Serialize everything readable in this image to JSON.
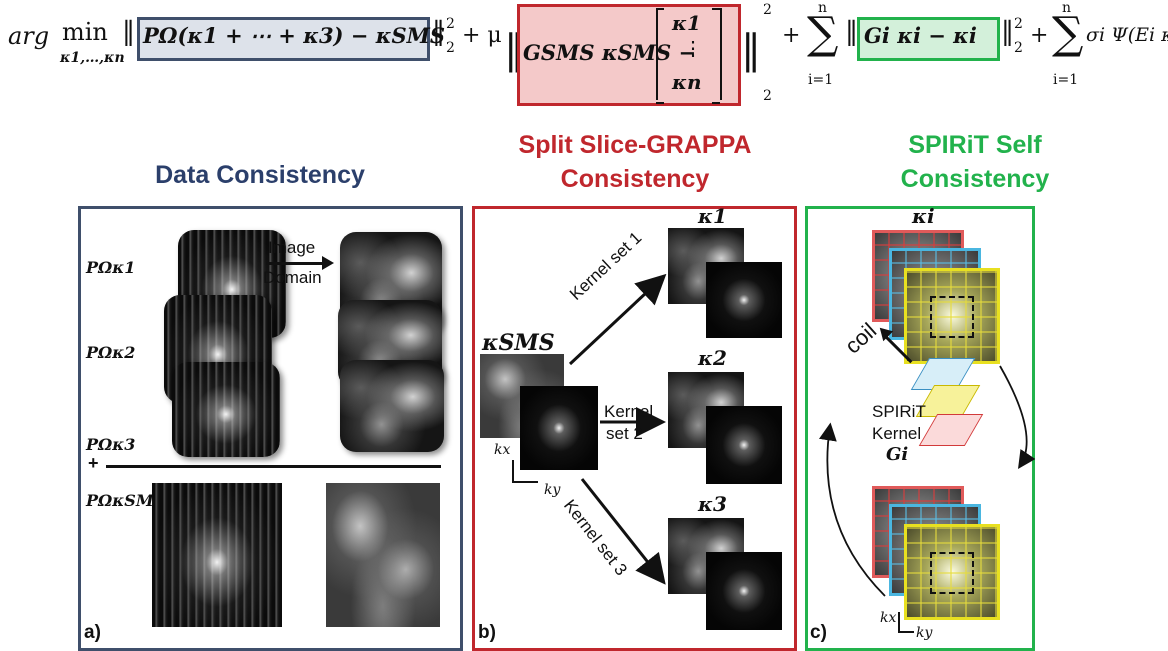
{
  "colors": {
    "data_consistency": "#3f4f6b",
    "data_box_fill": "#dde2ea",
    "grappa": "#c0272d",
    "grappa_box_fill": "#f4c9c9",
    "spirit": "#22b24c",
    "spirit_box_fill": "#d3f0da"
  },
  "equation": {
    "argmin": "arg",
    "min": "min",
    "min_sub": "κ1,…,κn",
    "term1": "PΩ(κ1 + ⋯ + κ3) − κSMS",
    "norm_sq": "2",
    "norm_sub": "2",
    "plus_mu": "+ μ",
    "term2_a": "GSMS κSMS −",
    "vec_top": "κ1",
    "vec_mid": "⋮",
    "vec_bot": "κn",
    "sum_top": "n",
    "sum_bot": "i=1",
    "term3": "Gi κi − κi",
    "term4": "σi Ψ(Ei κi)",
    "plus": "+"
  },
  "sections": {
    "data_title": "Data Consistency",
    "grappa_title_1": "Split Slice-GRAPPA",
    "grappa_title_2": "Consistency",
    "spirit_title_1": "SPIRiT Self",
    "spirit_title_2": "Consistency"
  },
  "panel_a": {
    "label": "a)",
    "p1": "PΩκ1",
    "p2": "PΩκ2",
    "p3": "PΩκ3",
    "plus": "+",
    "psms": "PΩκSMS",
    "arrow_text_1": "Image",
    "arrow_text_2": "Domain"
  },
  "panel_b": {
    "label": "b)",
    "ksms": "κSMS",
    "k1": "κ1",
    "k2": "κ2",
    "k3": "κ3",
    "kernel1": "Kernel set 1",
    "kernel2_1": "Kernel",
    "kernel2_2": "set 2",
    "kernel3": "Kernel set 3",
    "kx": "kx",
    "ky": "ky"
  },
  "panel_c": {
    "label": "c)",
    "ki": "κi",
    "coil": "coil",
    "spirit": "SPIRiT",
    "kernel": "Kernel",
    "gi": "Gi",
    "kx": "kx",
    "ky": "ky"
  }
}
